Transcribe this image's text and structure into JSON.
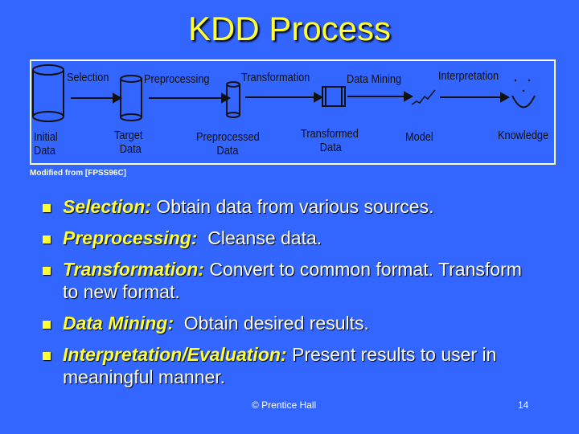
{
  "title": "KDD Process",
  "diagram": {
    "steps": [
      "Selection",
      "Preprocessing",
      "Transformation",
      "Data Mining",
      "Interpretation"
    ],
    "stages": [
      {
        "line1": "Initial",
        "line2": "Data"
      },
      {
        "line1": "Target",
        "line2": "Data"
      },
      {
        "line1": "Preprocessed",
        "line2": "Data"
      },
      {
        "line1": "Transformed",
        "line2": "Data"
      },
      {
        "line1": "Model",
        "line2": ""
      },
      {
        "line1": "Knowledge",
        "line2": ""
      }
    ]
  },
  "credit": "Modified from [FPSS96C]",
  "bullets": [
    {
      "term": "Selection:",
      "text": " Obtain data from various sources."
    },
    {
      "term": "Preprocessing:",
      "text": "  Cleanse data."
    },
    {
      "term": "Transformation:",
      "text": " Convert to common format. Transform to new format."
    },
    {
      "term": "Data Mining:",
      "text": "  Obtain desired results."
    },
    {
      "term": "Interpretation/Evaluation:",
      "text": "  Present results to user in meaningful manner."
    }
  ],
  "footer": {
    "copyright": "© Prentice Hall",
    "page": "14"
  }
}
